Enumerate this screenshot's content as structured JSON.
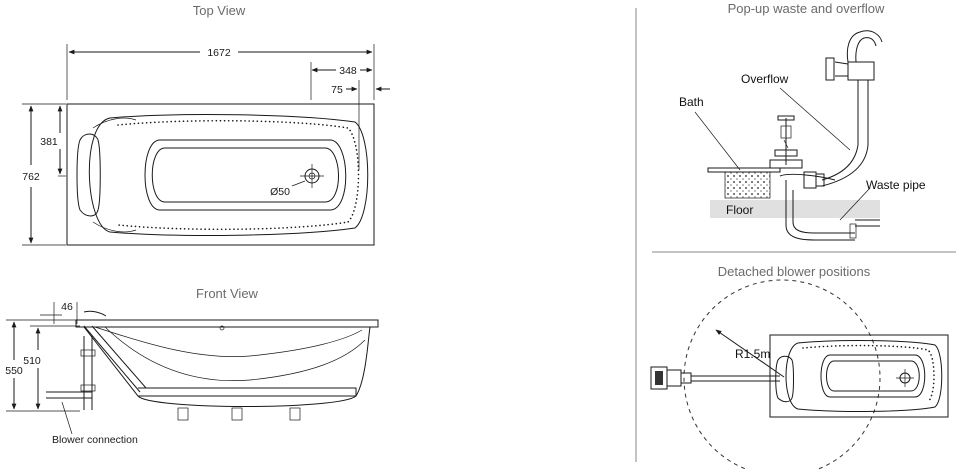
{
  "top_view": {
    "title": "Top View",
    "dim_length": "1672",
    "dim_348": "348",
    "dim_75": "75",
    "dim_381": "381",
    "dim_762": "762",
    "dim_waste": "Ø50"
  },
  "front_view": {
    "title": "Front View",
    "dim_46": "46",
    "dim_510": "510",
    "dim_550": "550",
    "blower_label": "Blower connection"
  },
  "waste": {
    "title": "Pop-up waste and overflow",
    "overflow_label": "Overflow",
    "bath_label": "Bath",
    "waste_pipe_label": "Waste pipe",
    "floor_label": "Floor"
  },
  "blower": {
    "title": "Detached blower positions",
    "radius_label": "R1.5m"
  }
}
